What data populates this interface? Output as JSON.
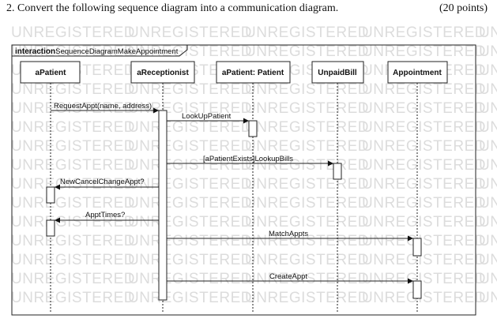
{
  "question": {
    "text": "2. Convert the following sequence diagram into a communication diagram.",
    "points": "(20 points)"
  },
  "frame": {
    "keyword": "interaction",
    "name": "SequenceDiagramMakeAppointment"
  },
  "watermark": "UNREGISTERED",
  "lifelines": [
    {
      "id": "aPatient",
      "label": "aPatient"
    },
    {
      "id": "aReceptionist",
      "label": "aReceptionist"
    },
    {
      "id": "aPatientPatient",
      "label": "aPatient: Patient"
    },
    {
      "id": "unpaidBill",
      "label": "UnpaidBill"
    },
    {
      "id": "appointment",
      "label": "Appointment"
    }
  ],
  "messages": [
    {
      "label": "RequestAppt(name, address)",
      "from": "aPatient",
      "to": "aReceptionist"
    },
    {
      "label": "LookUpPatient",
      "from": "aReceptionist",
      "to": "aPatientPatient"
    },
    {
      "label": "[aPatientExists]LookupBills",
      "from": "aReceptionist",
      "to": "unpaidBill"
    },
    {
      "label": "NewCancelChangeAppt?",
      "from": "aReceptionist",
      "to": "aPatient"
    },
    {
      "label": "ApptTimes?",
      "from": "aReceptionist",
      "to": "aPatient"
    },
    {
      "label": "MatchAppts",
      "from": "aReceptionist",
      "to": "appointment"
    },
    {
      "label": "CreateAppt",
      "from": "aReceptionist",
      "to": "appointment"
    }
  ]
}
